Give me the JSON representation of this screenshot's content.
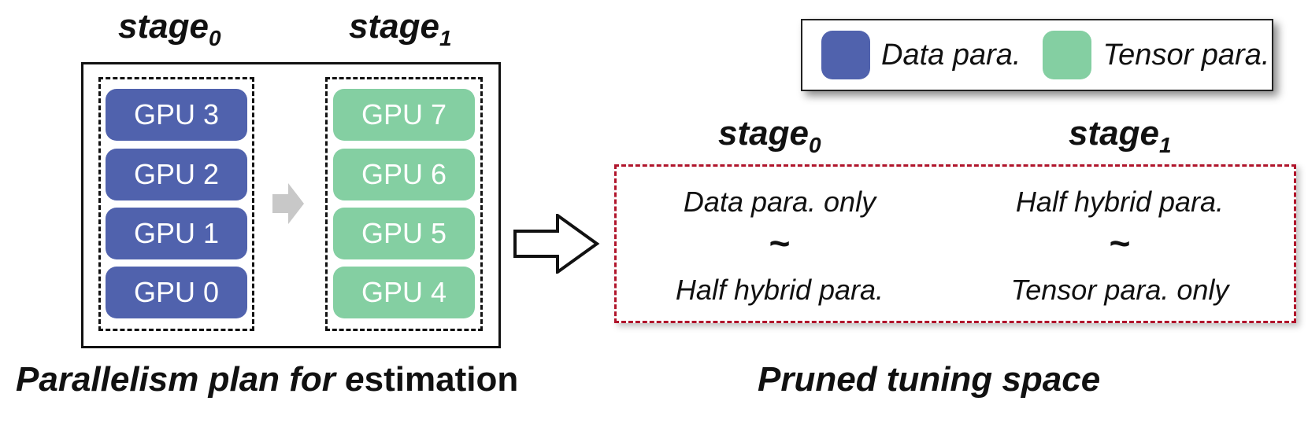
{
  "colors": {
    "data_para": "#5062ad",
    "tensor_para": "#84cfa2",
    "prune_border": "#b0142b",
    "arrow_gray": "#c8c8c8"
  },
  "left": {
    "stage0_label": "stage",
    "stage0_sub": "0",
    "stage1_label": "stage",
    "stage1_sub": "1",
    "stage0_gpus": [
      "GPU 3",
      "GPU 2",
      "GPU 1",
      "GPU 0"
    ],
    "stage1_gpus": [
      "GPU 7",
      "GPU 6",
      "GPU 5",
      "GPU 4"
    ],
    "caption_italic": "Parallelism plan for e",
    "caption_plain": "stimation"
  },
  "legend": {
    "data_label": "Data para.",
    "tensor_label": "Tensor para."
  },
  "right": {
    "stage0_label": "stage",
    "stage0_sub": "0",
    "stage1_label": "stage",
    "stage1_sub": "1",
    "stage0_from": "Data para. only",
    "stage0_to": "Half hybrid para.",
    "stage1_from": "Half hybrid para.",
    "stage1_to": "Tensor para. only",
    "range_symbol": "~",
    "caption": "Pruned tuning space"
  }
}
